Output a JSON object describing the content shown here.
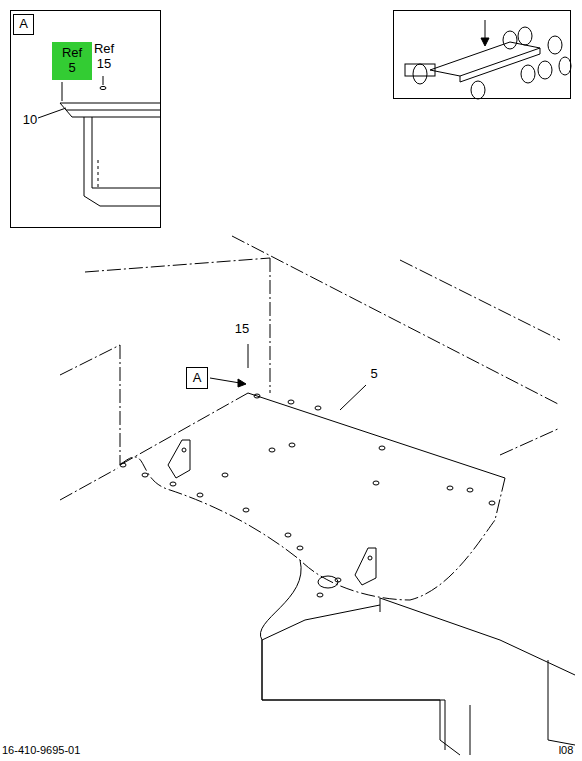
{
  "diagram": {
    "nodes": [
      {
        "text": [
          "A"
        ]
      },
      {
        "text": [
          "Ref 5"
        ]
      },
      {
        "text": [
          "A"
        ]
      }
    ],
    "labels": [
      "Ref 15",
      "10",
      "15",
      "5",
      "16-410-9695-01",
      "l08"
    ]
  }
}
